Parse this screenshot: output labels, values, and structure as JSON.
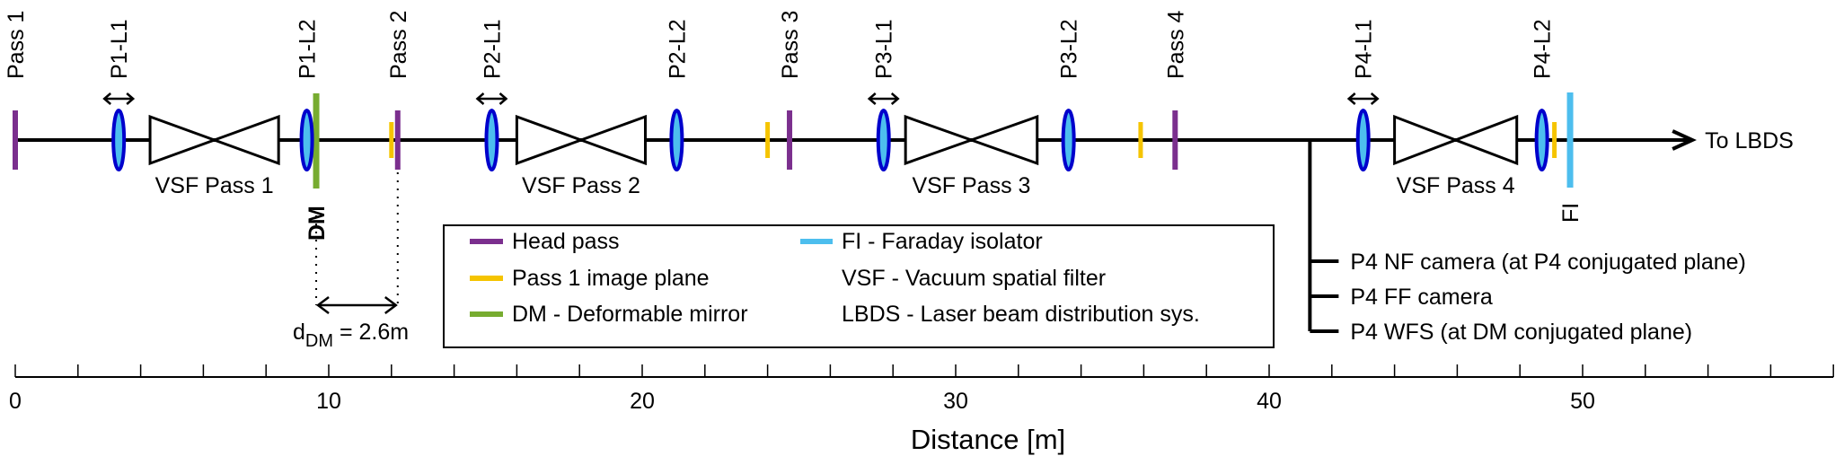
{
  "colors": {
    "head_pass": "#7b2f8e",
    "image_plane": "#f5c400",
    "dm": "#77ac30",
    "fi": "#4dbeee",
    "lens_fill": "#4dbeee",
    "lens_edge": "#0000cc",
    "line": "#000000"
  },
  "axis": {
    "label": "Distance [m]",
    "min": 0,
    "max": 58,
    "major_ticks": [
      0,
      10,
      20,
      30,
      40,
      50
    ],
    "minor_step": 2
  },
  "passes": [
    {
      "label": "Pass 1",
      "x": 0.0
    },
    {
      "label": "Pass 2",
      "x": 12.2
    },
    {
      "label": "Pass 3",
      "x": 24.7
    },
    {
      "label": "Pass 4",
      "x": 37.0
    }
  ],
  "lenses": [
    {
      "label": "P1-L1",
      "x": 3.3,
      "arrow": true
    },
    {
      "label": "P1-L2",
      "x": 9.3,
      "arrow": false
    },
    {
      "label": "P2-L1",
      "x": 15.2,
      "arrow": true
    },
    {
      "label": "P2-L2",
      "x": 21.1,
      "arrow": false
    },
    {
      "label": "P3-L1",
      "x": 27.7,
      "arrow": true
    },
    {
      "label": "P3-L2",
      "x": 33.6,
      "arrow": false
    },
    {
      "label": "P4-L1",
      "x": 43.0,
      "arrow": true
    },
    {
      "label": "P4-L2",
      "x": 48.7,
      "arrow": false
    }
  ],
  "image_planes": [
    12.0,
    24.0,
    35.9,
    49.1
  ],
  "dm": {
    "label": "DM",
    "x": 9.6
  },
  "fi": {
    "label": "FI",
    "x": 49.6
  },
  "vsf": [
    {
      "label": "VSF Pass 1",
      "x0": 4.3,
      "x1": 8.4
    },
    {
      "label": "VSF Pass 2",
      "x0": 16.0,
      "x1": 20.1
    },
    {
      "label": "VSF Pass 3",
      "x0": 28.4,
      "x1": 32.6
    },
    {
      "label": "VSF Pass 4",
      "x0": 44.0,
      "x1": 47.9
    }
  ],
  "beam": {
    "start": 0.0,
    "end": 53.5,
    "label": "To LBDS"
  },
  "distance_marker": {
    "x0": 9.6,
    "x1": 12.2,
    "label_main": "d",
    "label_sub": "DM",
    "label_rest": " = 2.6m"
  },
  "branch": {
    "x": 41.3,
    "items": [
      "P4 NF camera (at P4 conjugated plane)",
      "P4 FF camera",
      "P4 WFS (at DM conjugated plane)"
    ]
  },
  "legend": {
    "left": [
      {
        "key": "head_pass",
        "text": "Head pass"
      },
      {
        "key": "image_plane",
        "text": "Pass 1 image plane"
      },
      {
        "key": "dm",
        "text": "DM - Deformable mirror"
      }
    ],
    "right": [
      {
        "key": "fi",
        "text": "FI - Faraday isolator"
      },
      {
        "key": null,
        "text": "VSF - Vacuum spatial filter"
      },
      {
        "key": null,
        "text": "LBDS - Laser beam distribution sys."
      }
    ]
  }
}
